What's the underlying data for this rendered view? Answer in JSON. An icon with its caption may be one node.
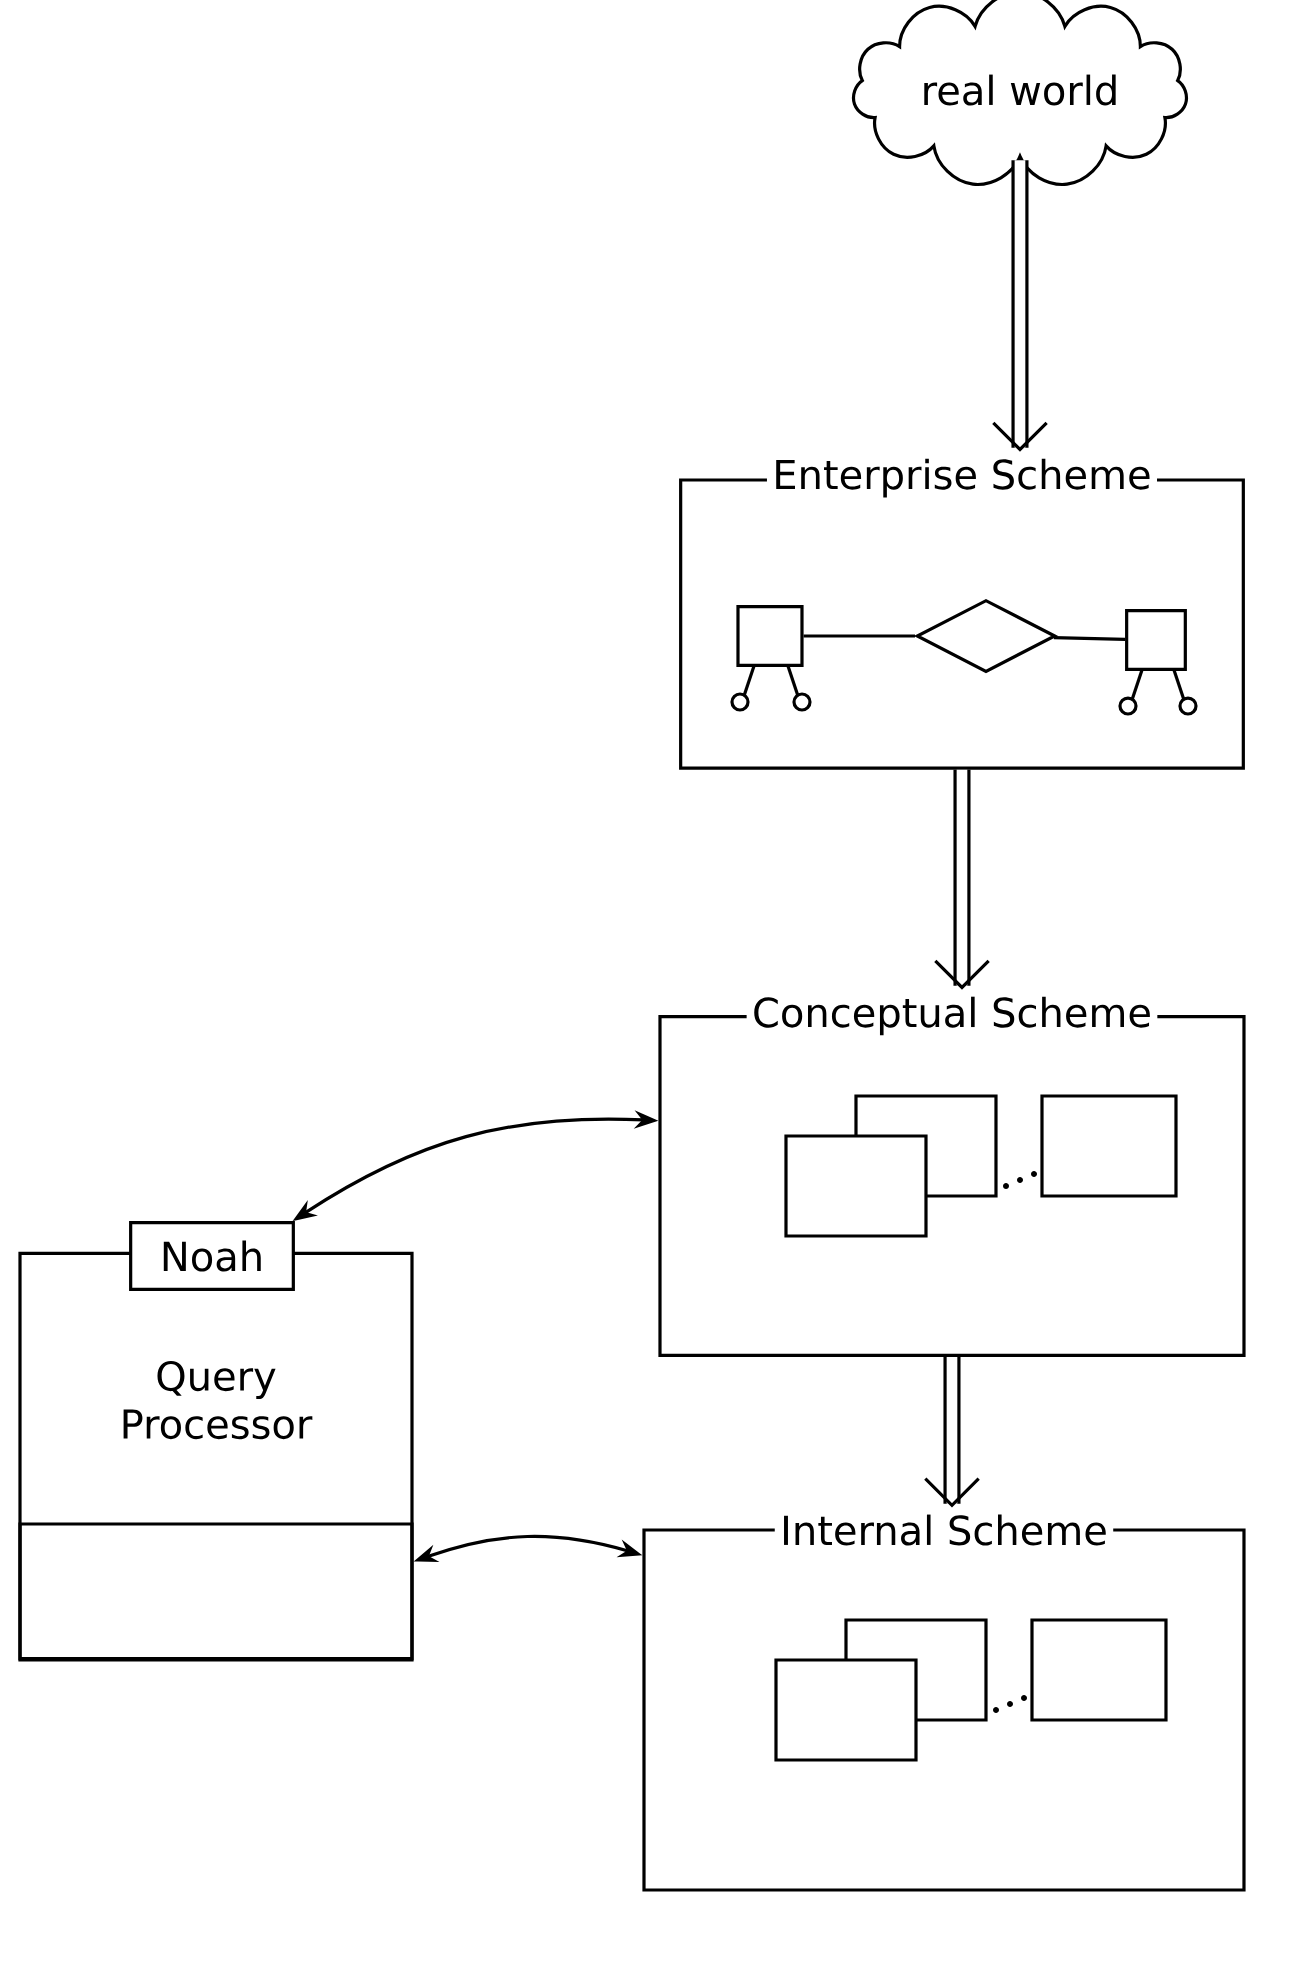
{
  "diagram": {
    "nodes": [
      {
        "text": [
          "real world"
        ]
      },
      {
        "text": [
          "Enterprise Scheme"
        ]
      },
      {
        "text": [],
        "shape": "box",
        "in": 1
      },
      {
        "text": [],
        "shape": "diamond",
        "in": 1
      },
      {
        "text": [],
        "shape": "box",
        "in": 1
      },
      {
        "text": [
          "Conceptual Scheme"
        ]
      },
      {
        "text": [
          "Internal Scheme"
        ]
      },
      {
        "text": [
          "Query Processor"
        ]
      },
      {
        "text": [
          "Noah"
        ]
      },
      {
        "text": [],
        "shape": "box",
        "in": 7
      }
    ],
    "edges": [
      {
        "from": 0,
        "to": 1,
        "arrow": "to",
        "style": "thick"
      },
      {
        "from": 1,
        "to": 5,
        "arrow": "to",
        "style": "thick"
      },
      {
        "from": 5,
        "to": 6,
        "arrow": "to",
        "style": "thick"
      },
      {
        "from": 2,
        "to": 3,
        "arrow": "none"
      },
      {
        "from": 3,
        "to": 4,
        "arrow": "none"
      },
      {
        "from": 8,
        "to": 5,
        "arrow": "both"
      },
      {
        "from": 9,
        "to": 6,
        "arrow": "both"
      }
    ]
  }
}
